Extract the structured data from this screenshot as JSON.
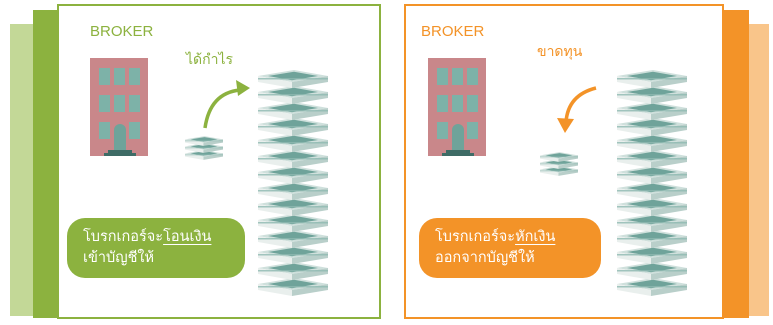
{
  "colors": {
    "profit_green": "#8cb23f",
    "profit_green_light": "#c3d897",
    "loss_orange": "#f39328",
    "loss_orange_light": "#f9c58a",
    "building": "#c9878a",
    "money": "#6fa39a"
  },
  "panels": [
    {
      "id": "profit",
      "broker_label": "BROKER",
      "outcome_label": "ได้กำไร",
      "callout": {
        "prefix": "โบรกเกอร์จะ",
        "keyword": "โอนเงิน",
        "line2_keyword": "",
        "line2_rest": "เข้าบัญชีให้"
      },
      "arrow_icon": "curved-arrow-up-right-icon"
    },
    {
      "id": "loss",
      "broker_label": "BROKER",
      "outcome_label": "ขาดทุน",
      "callout": {
        "prefix": "โบรกเกอร์จะ",
        "keyword": "หักเงิน",
        "line2_keyword": "",
        "line2_rest": "ออกจากบัญชีให้"
      },
      "arrow_icon": "curved-arrow-down-left-icon"
    }
  ]
}
